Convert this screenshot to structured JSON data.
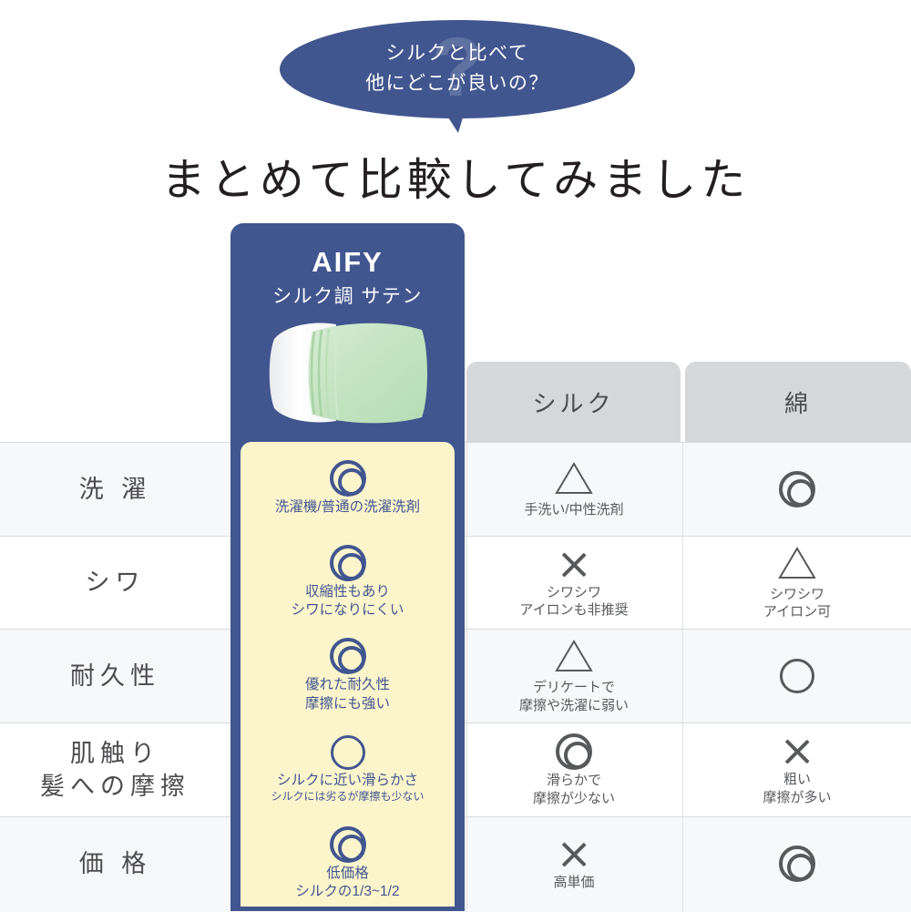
{
  "bubble": {
    "line1": "シルクと比べて",
    "line2": "他にどこが良いの？",
    "watermark": "?",
    "bg_color": "#41568F"
  },
  "headline": "まとめて比較してみました",
  "columns": {
    "label_header": "",
    "product": {
      "brand": "AIFY",
      "subtitle": "シルク調 サテン",
      "image": "pillow-satin-green",
      "card_color": "#41568F",
      "panel_color": "#FCF5CC",
      "text_color": "#41568F"
    },
    "silk": {
      "header": "シルク",
      "header_color": "#D6D7D8"
    },
    "cotton": {
      "header": "綿",
      "header_color": "#D6D7D8"
    }
  },
  "rows": [
    {
      "label": "洗 濯",
      "product": {
        "mark": "double-circle",
        "note": "洗濯機/普通の洗濯洗剤",
        "sub": ""
      },
      "silk": {
        "mark": "triangle",
        "note": "手洗い/中性洗剤"
      },
      "cotton": {
        "mark": "double-circle",
        "note": ""
      }
    },
    {
      "label": "シワ",
      "product": {
        "mark": "double-circle",
        "note": "収縮性もあり\nシワになりにくい",
        "sub": ""
      },
      "silk": {
        "mark": "cross",
        "note": "シワシワ\nアイロンも非推奨"
      },
      "cotton": {
        "mark": "triangle",
        "note": "シワシワ\nアイロン可"
      }
    },
    {
      "label": "耐久性",
      "product": {
        "mark": "double-circle",
        "note": "優れた耐久性\n摩擦にも強い",
        "sub": ""
      },
      "silk": {
        "mark": "triangle",
        "note": "デリケートで\n摩擦や洗濯に弱い"
      },
      "cotton": {
        "mark": "circle",
        "note": ""
      }
    },
    {
      "label": "肌触り\n髪への摩擦",
      "product": {
        "mark": "circle",
        "note": "シルクに近い滑らかさ",
        "sub": "シルクには劣るが摩擦も少ない"
      },
      "silk": {
        "mark": "double-circle",
        "note": "滑らかで\n摩擦が少ない"
      },
      "cotton": {
        "mark": "cross",
        "note": "粗い\n摩擦が多い"
      }
    },
    {
      "label": "価 格",
      "product": {
        "mark": "double-circle",
        "note": "低価格\nシルクの1/3~1/2",
        "sub": ""
      },
      "silk": {
        "mark": "cross",
        "note": "高単価"
      },
      "cotton": {
        "mark": "double-circle",
        "note": ""
      }
    }
  ]
}
